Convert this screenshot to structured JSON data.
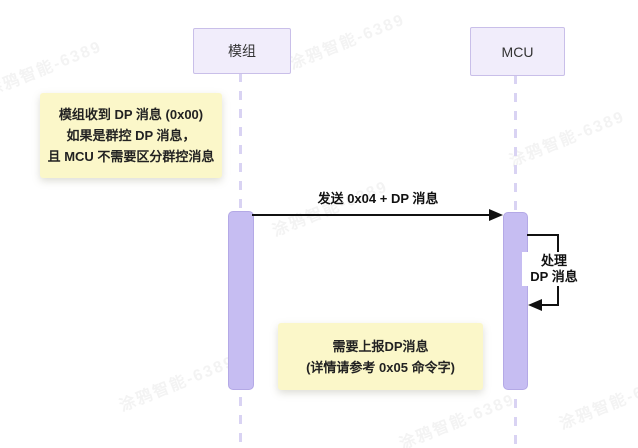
{
  "diagram": {
    "type": "sequence-diagram",
    "watermark": {
      "text": "涂鸦智能-6389"
    },
    "actors": [
      {
        "id": "module",
        "label": "模组"
      },
      {
        "id": "mcu",
        "label": "MCU"
      }
    ],
    "messages": {
      "send": {
        "from": "模组",
        "to": "MCU",
        "label": "发送 0x04 + DP 消息"
      },
      "self_loop": {
        "actor": "MCU",
        "line1": "处理",
        "line2": "DP 消息"
      }
    },
    "notes": [
      {
        "position": "left-of-module",
        "lines": [
          "模组收到 DP 消息 (0x00)",
          "如果是群控 DP 消息，",
          "且 MCU 不需要区分群控消息"
        ]
      },
      {
        "position": "between-lifelines",
        "lines": [
          "需要上报DP消息",
          "(详情请参考 0x05 命令字)"
        ]
      }
    ],
    "colors": {
      "actor_fill": "#f1edfb",
      "actor_border": "#c9bfe9",
      "activation_fill": "#c6bdf2",
      "lifeline": "#d9d3f3",
      "note_fill": "#fbf7c9",
      "arrow": "#111111"
    }
  }
}
